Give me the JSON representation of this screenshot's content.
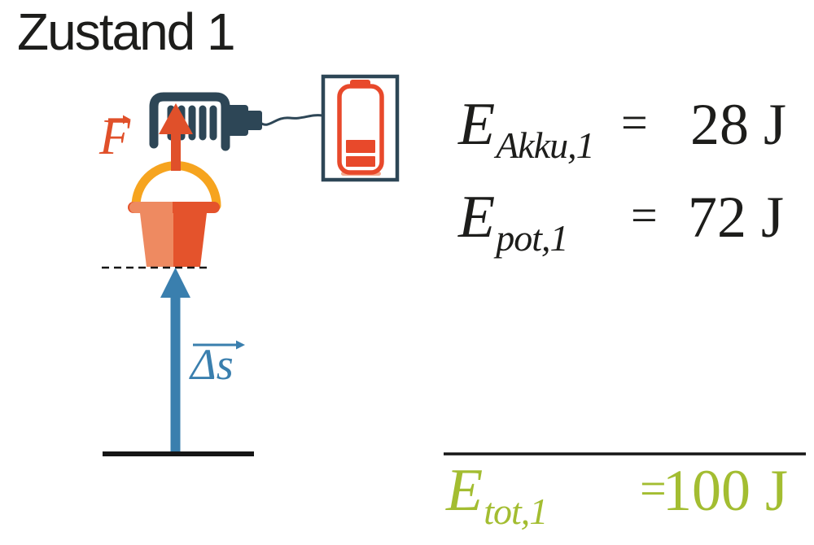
{
  "title": "Zustand 1",
  "diagram": {
    "force_label": {
      "symbol": "F",
      "vector_arrow": "→"
    },
    "displacement_label": {
      "symbol": "Δs",
      "vector_arrow": "→"
    },
    "icons": {
      "motor": "motor-winch-icon",
      "battery": "battery-charge-level-icon",
      "bucket": "bucket-icon"
    }
  },
  "equations": [
    {
      "symbol": "E",
      "subscript": "Akku,1",
      "equals": "=",
      "value": "28 J"
    },
    {
      "symbol": "E",
      "subscript": "pot,1",
      "equals": "=",
      "value": "72 J"
    },
    {
      "symbol": "E",
      "subscript": "tot,1",
      "equals": "=",
      "value": "100 J"
    }
  ],
  "colors": {
    "force_red": "#e0502a",
    "displacement_blue": "#3a7fae",
    "total_green": "#a3bd31",
    "machine_slate": "#2d4656",
    "battery_red": "#e8492b",
    "bucket_light": "#ee8a61",
    "bucket_dark": "#e4532c",
    "handle_yellow": "#f6a41f",
    "text_black": "#1d1d1b"
  }
}
